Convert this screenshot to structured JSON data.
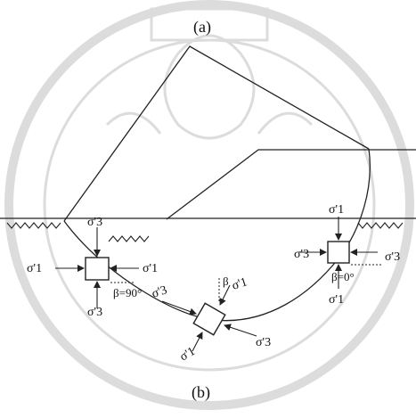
{
  "labels": {
    "top": "(a)",
    "bottom": "(b)"
  },
  "left_element": {
    "sigma3": "σ'3",
    "sigma1_left": "σ'1",
    "sigma1_right": "σ'1",
    "sigma3_bottom": "σ'3",
    "beta": "β=90°"
  },
  "bottom_element": {
    "sigma3_left": "σ'3",
    "beta": "β",
    "sigma1_top": "σ'1",
    "sigma1_bottom": "σ'1",
    "sigma3_right": "σ'3"
  },
  "right_element": {
    "sigma1_top": "σ'1",
    "sigma3_left": "σ'3",
    "sigma3_right": "σ'3",
    "beta": "β=0°",
    "sigma1_bottom": "σ'1"
  }
}
